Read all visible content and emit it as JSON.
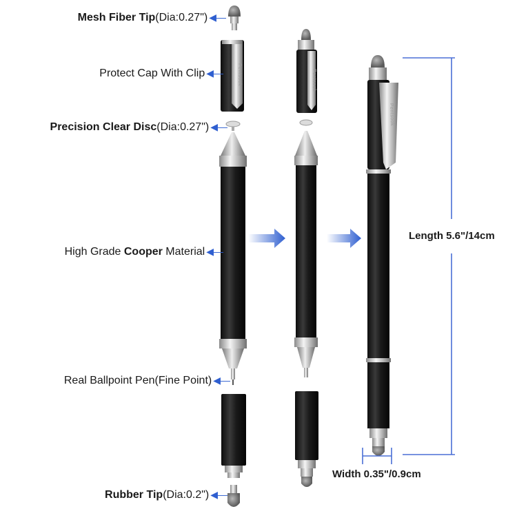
{
  "labels": {
    "mesh_tip": {
      "bold": "Mesh Fiber Tip",
      "normal": "(Dia:0.27\")"
    },
    "cap": {
      "normal": "Protect Cap With Clip"
    },
    "disc": {
      "bold": "Precision Clear Disc",
      "normal": "(Dia:0.27\")"
    },
    "material": {
      "pre": "High Grade ",
      "bold": "Cooper",
      "post": " Material"
    },
    "ballpoint": {
      "normal": "Real Ballpoint Pen(Fine Point)"
    },
    "rubber": {
      "bold": "Rubber Tip",
      "normal": "(Dia:0.2\")"
    }
  },
  "dimensions": {
    "length": "Length 5.6\"/14cm",
    "width": "Width 0.35\"/0.9cm"
  },
  "clip_brand": "Pentsook",
  "colors": {
    "arrow_blue": "#2f5fd0",
    "dimension_blue": "#4a6fd6",
    "pen_body": "#1c1c1c",
    "chrome": "#c8c8c8"
  },
  "icons": {
    "pointer_arrow": "arrow-left-icon",
    "flow_arrow": "arrow-right-icon"
  }
}
